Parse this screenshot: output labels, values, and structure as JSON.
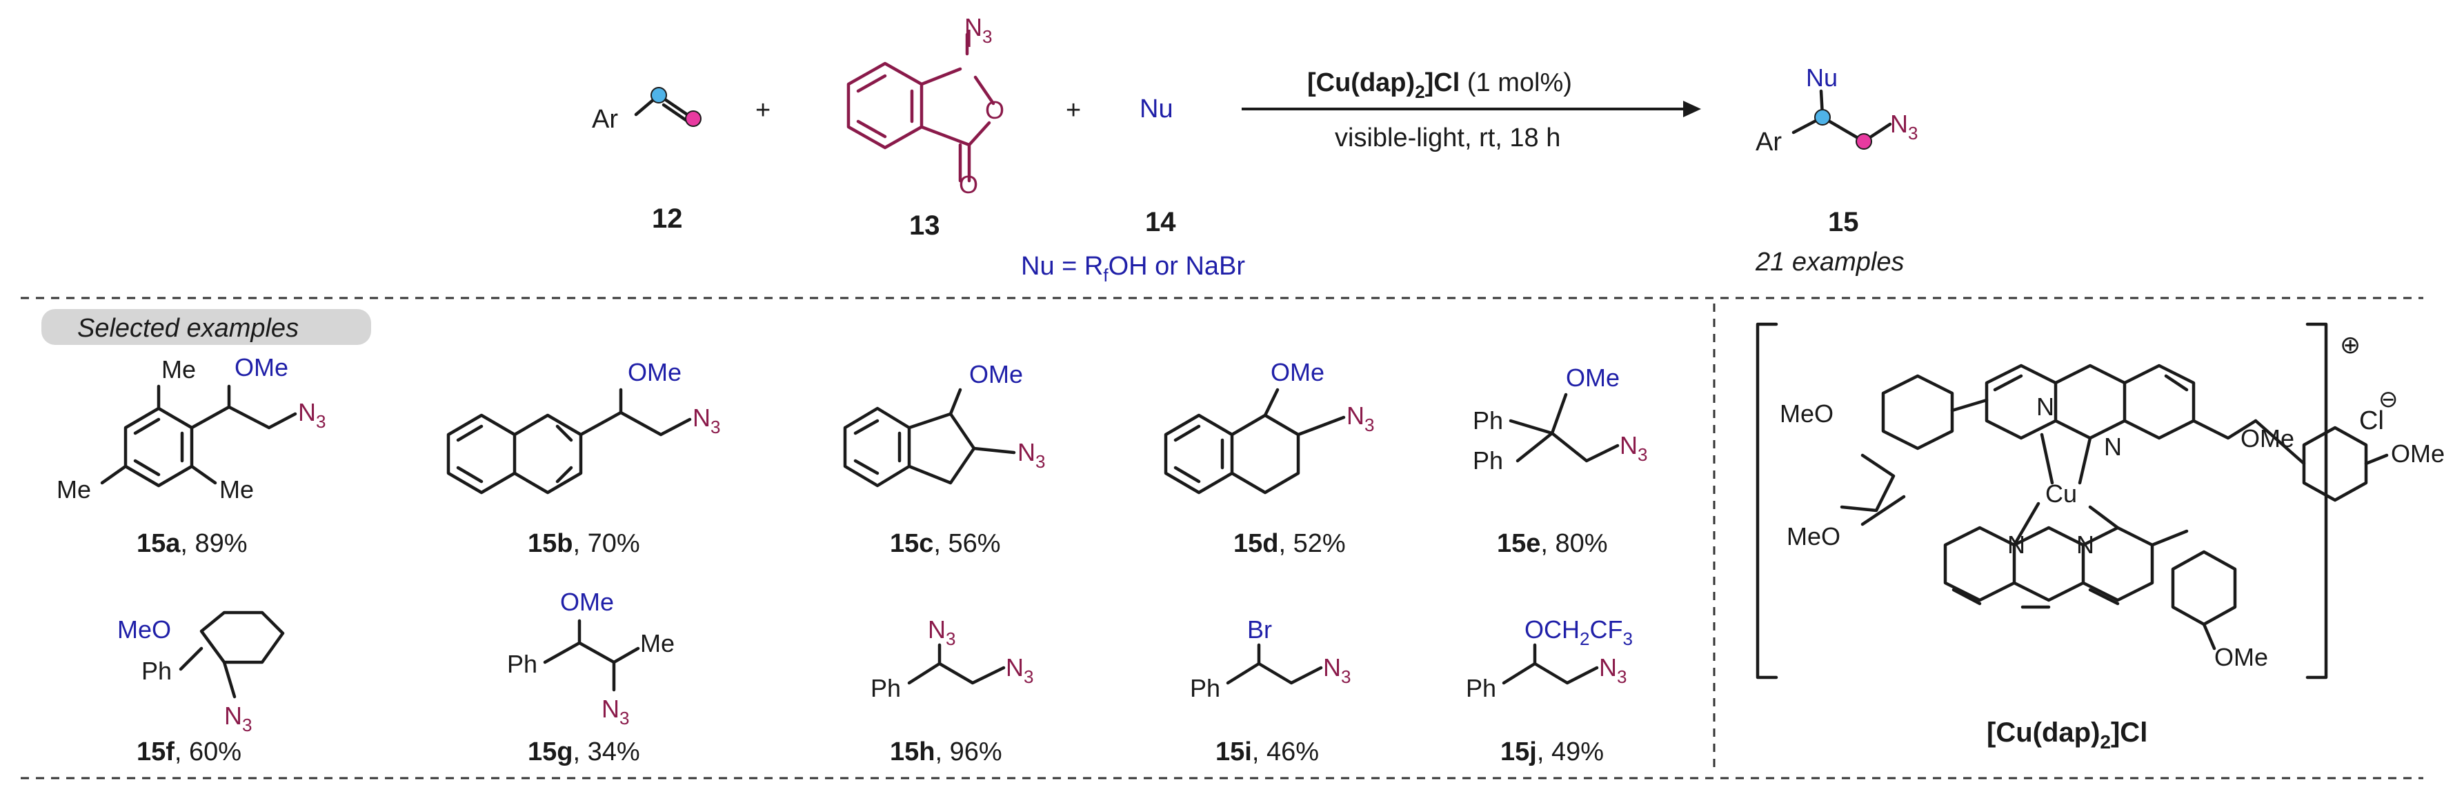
{
  "reaction": {
    "reagent_12": "12",
    "reagent_13": "13",
    "reagent_14": "14",
    "product_15": "15",
    "plus": "+",
    "ar": "Ar",
    "nu": "Nu",
    "n3": "N",
    "n3_sub": "3",
    "iodine": "I",
    "oxygen": "O",
    "catalyst_main": "[Cu(dap)",
    "catalyst_sub": "2",
    "catalyst_tail": "]Cl",
    "catalyst_loading": " (1 mol%)",
    "conditions": "visible-light, rt, 18 h",
    "nu_def_pre": "Nu = R",
    "nu_def_sub": "f",
    "nu_def_post": "OH or NaBr",
    "examples_count": "21 examples"
  },
  "selected_label": "Selected examples",
  "examples": [
    {
      "id": "15a",
      "yield": ", 89%"
    },
    {
      "id": "15b",
      "yield": ", 70%"
    },
    {
      "id": "15c",
      "yield": ", 56%"
    },
    {
      "id": "15d",
      "yield": ", 52%"
    },
    {
      "id": "15e",
      "yield": ", 80%"
    },
    {
      "id": "15f",
      "yield": ", 60%"
    },
    {
      "id": "15g",
      "yield": ", 34%"
    },
    {
      "id": "15h",
      "yield": ", 96%"
    },
    {
      "id": "15i",
      "yield": ", 46%"
    },
    {
      "id": "15j",
      "yield": ", 49%"
    }
  ],
  "atoms": {
    "me": "Me",
    "ome": "OMe",
    "meo": "MeO",
    "ph": "Ph",
    "br": "Br",
    "och2cf3_a": "OCH",
    "och2cf3_b": "2",
    "och2cf3_c": "CF",
    "och2cf3_d": "3",
    "n": "N",
    "cu": "Cu",
    "cl": "Cl"
  },
  "catalyst_structure": {
    "label_main": "[Cu(dap)",
    "label_sub": "2",
    "label_tail": "]Cl",
    "charge_plus": "⊕",
    "charge_minus": "⊖"
  },
  "colors": {
    "blue": "#1f1fa8",
    "magenta": "#8a1a4a",
    "cyan_dot": "#4fb3e8",
    "pink_dot": "#e83aa0",
    "badge": "#d6d6d6"
  }
}
